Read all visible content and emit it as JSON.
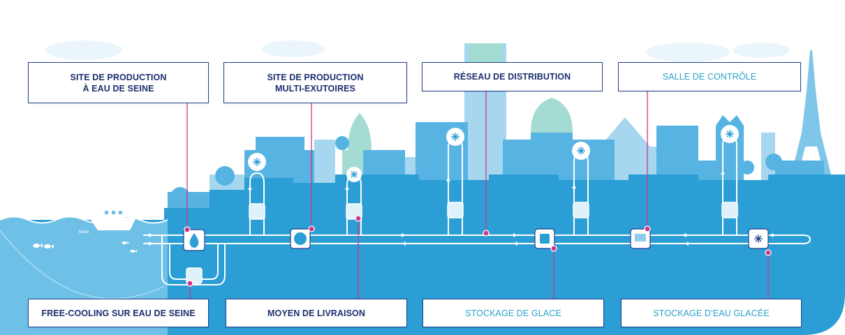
{
  "labels": {
    "site_seine_line1": "SITE DE PRODUCTION",
    "site_seine_line2": "À EAU DE SEINE",
    "site_multi_line1": "SITE DE PRODUCTION",
    "site_multi_line2": "MULTI-EXUTOIRES",
    "reseau": "RÉSEAU DE DISTRIBUTION",
    "salle": "SALLE DE CONTRÔLE",
    "free_cooling": "FREE-COOLING SUR EAU DE SEINE",
    "livraison": "MOYEN DE LIVRAISON",
    "glace": "STOCKAGE DE GLACE",
    "eau_glacee": "STOCKAGE D’EAU GLACÉE"
  },
  "river_label": "Seine",
  "colors": {
    "ground": "#2b9ed6",
    "skyline_dark": "#3aa7de",
    "skyline_light": "#8fcdea",
    "skyline_teal": "#9fd9d2",
    "box_border": "#1f3f8c",
    "pointer_line": "#d0358a",
    "pipe": "#ffffff"
  },
  "icons": [
    "snowflake-icon",
    "chiller-icon",
    "water-drop-icon",
    "ice-cube-icon",
    "boat-icon",
    "fish-icon",
    "eiffel-tower-icon"
  ]
}
